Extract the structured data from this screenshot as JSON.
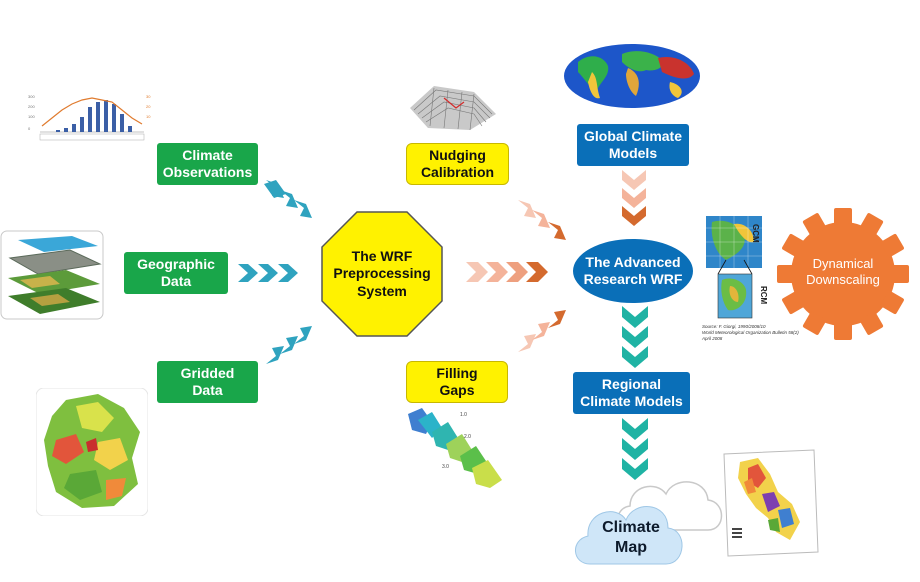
{
  "nodes": {
    "climate_observations": "Climate\nObservations",
    "geographic_data": "Geographic\nData",
    "gridded_data": "Gridded\nData",
    "wps": "The WRF\nPreprocessing\nSystem",
    "nudging": "Nudging\nCalibration",
    "filling_gaps": "Filling\nGaps",
    "global_models": "Global Climate\nModels",
    "arw": "The Advanced\nResearch WRF",
    "regional_models": "Regional\nClimate Models",
    "climate_map": "Climate\nMap",
    "dynamical": "Dynamical\nDownscaling"
  },
  "figure_labels": {
    "gcm": "GCM",
    "rcm": "RCM",
    "source_note": "Source: F. Giorgi, 1990/2008/10\nWorld Meteorological Organization Bulletin 58(2)\nApril 2008"
  },
  "colors": {
    "green": "#19a64a",
    "yellow": "#fff200",
    "blue": "#0a6fb8",
    "teal_arrow": "#2fa3bf",
    "peach_arrow": "#f4b39a",
    "orange_arrow": "#d46a2e",
    "teal_down": "#1fb3a4",
    "gear": "#ee7a35"
  }
}
